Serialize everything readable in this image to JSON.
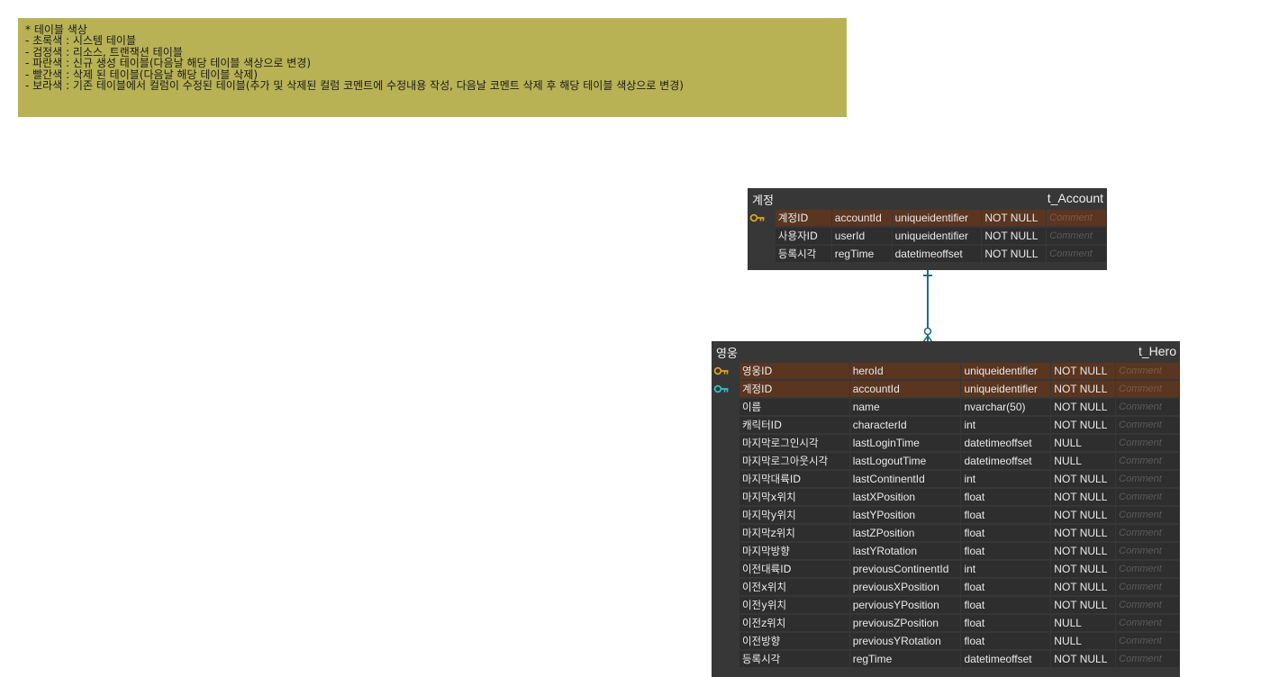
{
  "note": {
    "lines": [
      "* 테이블 색상",
      "- 초록색 : 시스템 테이블",
      "- 검정색 : 리소스, 트랜잭션 테이블",
      "- 파란색 : 신규 생성 테이블(다음날 해당 테이블 색상으로 변경)",
      "- 빨간색 : 삭제 된 테이블(다음날 해당 테이블 삭제)",
      "- 보라색 : 기존 테이블에서 컬럼이 수정된 테이블(추가 및 삭제된 컬럼 코멘트에 수정내용 작성, 다음날 코멘트 삭제 후 해당 테이블 색상으로 변경)"
    ]
  },
  "colors": {
    "note_bg": "#b8b255",
    "entity_bg": "#373737",
    "key_row_bg": "#5a3520",
    "pk_icon": "#e0a21a",
    "fk_icon": "#2ec4c4",
    "relation_line": "#1f6f80"
  },
  "entities": {
    "account": {
      "logical_name": "계정",
      "physical_name": "t_Account",
      "rows": [
        {
          "key": "pk",
          "icon": "primary-key-icon",
          "logical": "계정ID",
          "physical": "accountId",
          "type": "uniqueidentifier",
          "nullable": "NOT NULL",
          "comment": "Comment"
        },
        {
          "key": "",
          "icon": "",
          "logical": "사용자ID",
          "physical": "userId",
          "type": "uniqueidentifier",
          "nullable": "NOT NULL",
          "comment": "Comment"
        },
        {
          "key": "",
          "icon": "",
          "logical": "등록시각",
          "physical": "regTime",
          "type": "datetimeoffset",
          "nullable": "NOT NULL",
          "comment": "Comment"
        }
      ]
    },
    "hero": {
      "logical_name": "영웅",
      "physical_name": "t_Hero",
      "rows": [
        {
          "key": "pk",
          "icon": "primary-key-icon",
          "logical": "영웅ID",
          "physical": "heroId",
          "type": "uniqueidentifier",
          "nullable": "NOT NULL",
          "comment": "Comment"
        },
        {
          "key": "fk",
          "icon": "foreign-key-icon",
          "logical": "계정ID",
          "physical": "accountId",
          "type": "uniqueidentifier",
          "nullable": "NOT NULL",
          "comment": "Comment"
        },
        {
          "key": "",
          "icon": "",
          "logical": "이름",
          "physical": "name",
          "type": "nvarchar(50)",
          "nullable": "NOT NULL",
          "comment": "Comment"
        },
        {
          "key": "",
          "icon": "",
          "logical": "캐릭터ID",
          "physical": "characterId",
          "type": "int",
          "nullable": "NOT NULL",
          "comment": "Comment"
        },
        {
          "key": "",
          "icon": "",
          "logical": "마지막로그인시각",
          "physical": "lastLoginTime",
          "type": "datetimeoffset",
          "nullable": "NULL",
          "comment": "Comment"
        },
        {
          "key": "",
          "icon": "",
          "logical": "마지막로그아웃시각",
          "physical": "lastLogoutTime",
          "type": "datetimeoffset",
          "nullable": "NULL",
          "comment": "Comment"
        },
        {
          "key": "",
          "icon": "",
          "logical": "마지막대륙ID",
          "physical": "lastContinentId",
          "type": "int",
          "nullable": "NOT NULL",
          "comment": "Comment"
        },
        {
          "key": "",
          "icon": "",
          "logical": "마지막x위치",
          "physical": "lastXPosition",
          "type": "float",
          "nullable": "NOT NULL",
          "comment": "Comment"
        },
        {
          "key": "",
          "icon": "",
          "logical": "마지막y위치",
          "physical": "lastYPosition",
          "type": "float",
          "nullable": "NOT NULL",
          "comment": "Comment"
        },
        {
          "key": "",
          "icon": "",
          "logical": "마지막z위치",
          "physical": "lastZPosition",
          "type": "float",
          "nullable": "NOT NULL",
          "comment": "Comment"
        },
        {
          "key": "",
          "icon": "",
          "logical": "마지막방향",
          "physical": "lastYRotation",
          "type": "float",
          "nullable": "NOT NULL",
          "comment": "Comment"
        },
        {
          "key": "",
          "icon": "",
          "logical": "이전대륙ID",
          "physical": "previousContinentId",
          "type": "int",
          "nullable": "NOT NULL",
          "comment": "Comment"
        },
        {
          "key": "",
          "icon": "",
          "logical": "이전x위치",
          "physical": "previousXPosition",
          "type": "float",
          "nullable": "NOT NULL",
          "comment": "Comment"
        },
        {
          "key": "",
          "icon": "",
          "logical": "이전y위치",
          "physical": "perviousYPosition",
          "type": "float",
          "nullable": "NOT NULL",
          "comment": "Comment"
        },
        {
          "key": "",
          "icon": "",
          "logical": "이전z위치",
          "physical": "previousZPosition",
          "type": "float",
          "nullable": "NULL",
          "comment": "Comment"
        },
        {
          "key": "",
          "icon": "",
          "logical": "이전방향",
          "physical": "previousYRotation",
          "type": "float",
          "nullable": "NULL",
          "comment": "Comment"
        },
        {
          "key": "",
          "icon": "",
          "logical": "등록시각",
          "physical": "regTime",
          "type": "datetimeoffset",
          "nullable": "NOT NULL",
          "comment": "Comment"
        }
      ]
    }
  },
  "relationship": {
    "from": "t_Account",
    "to": "t_Hero",
    "from_cardinality": "one",
    "to_cardinality": "zero-or-many"
  }
}
